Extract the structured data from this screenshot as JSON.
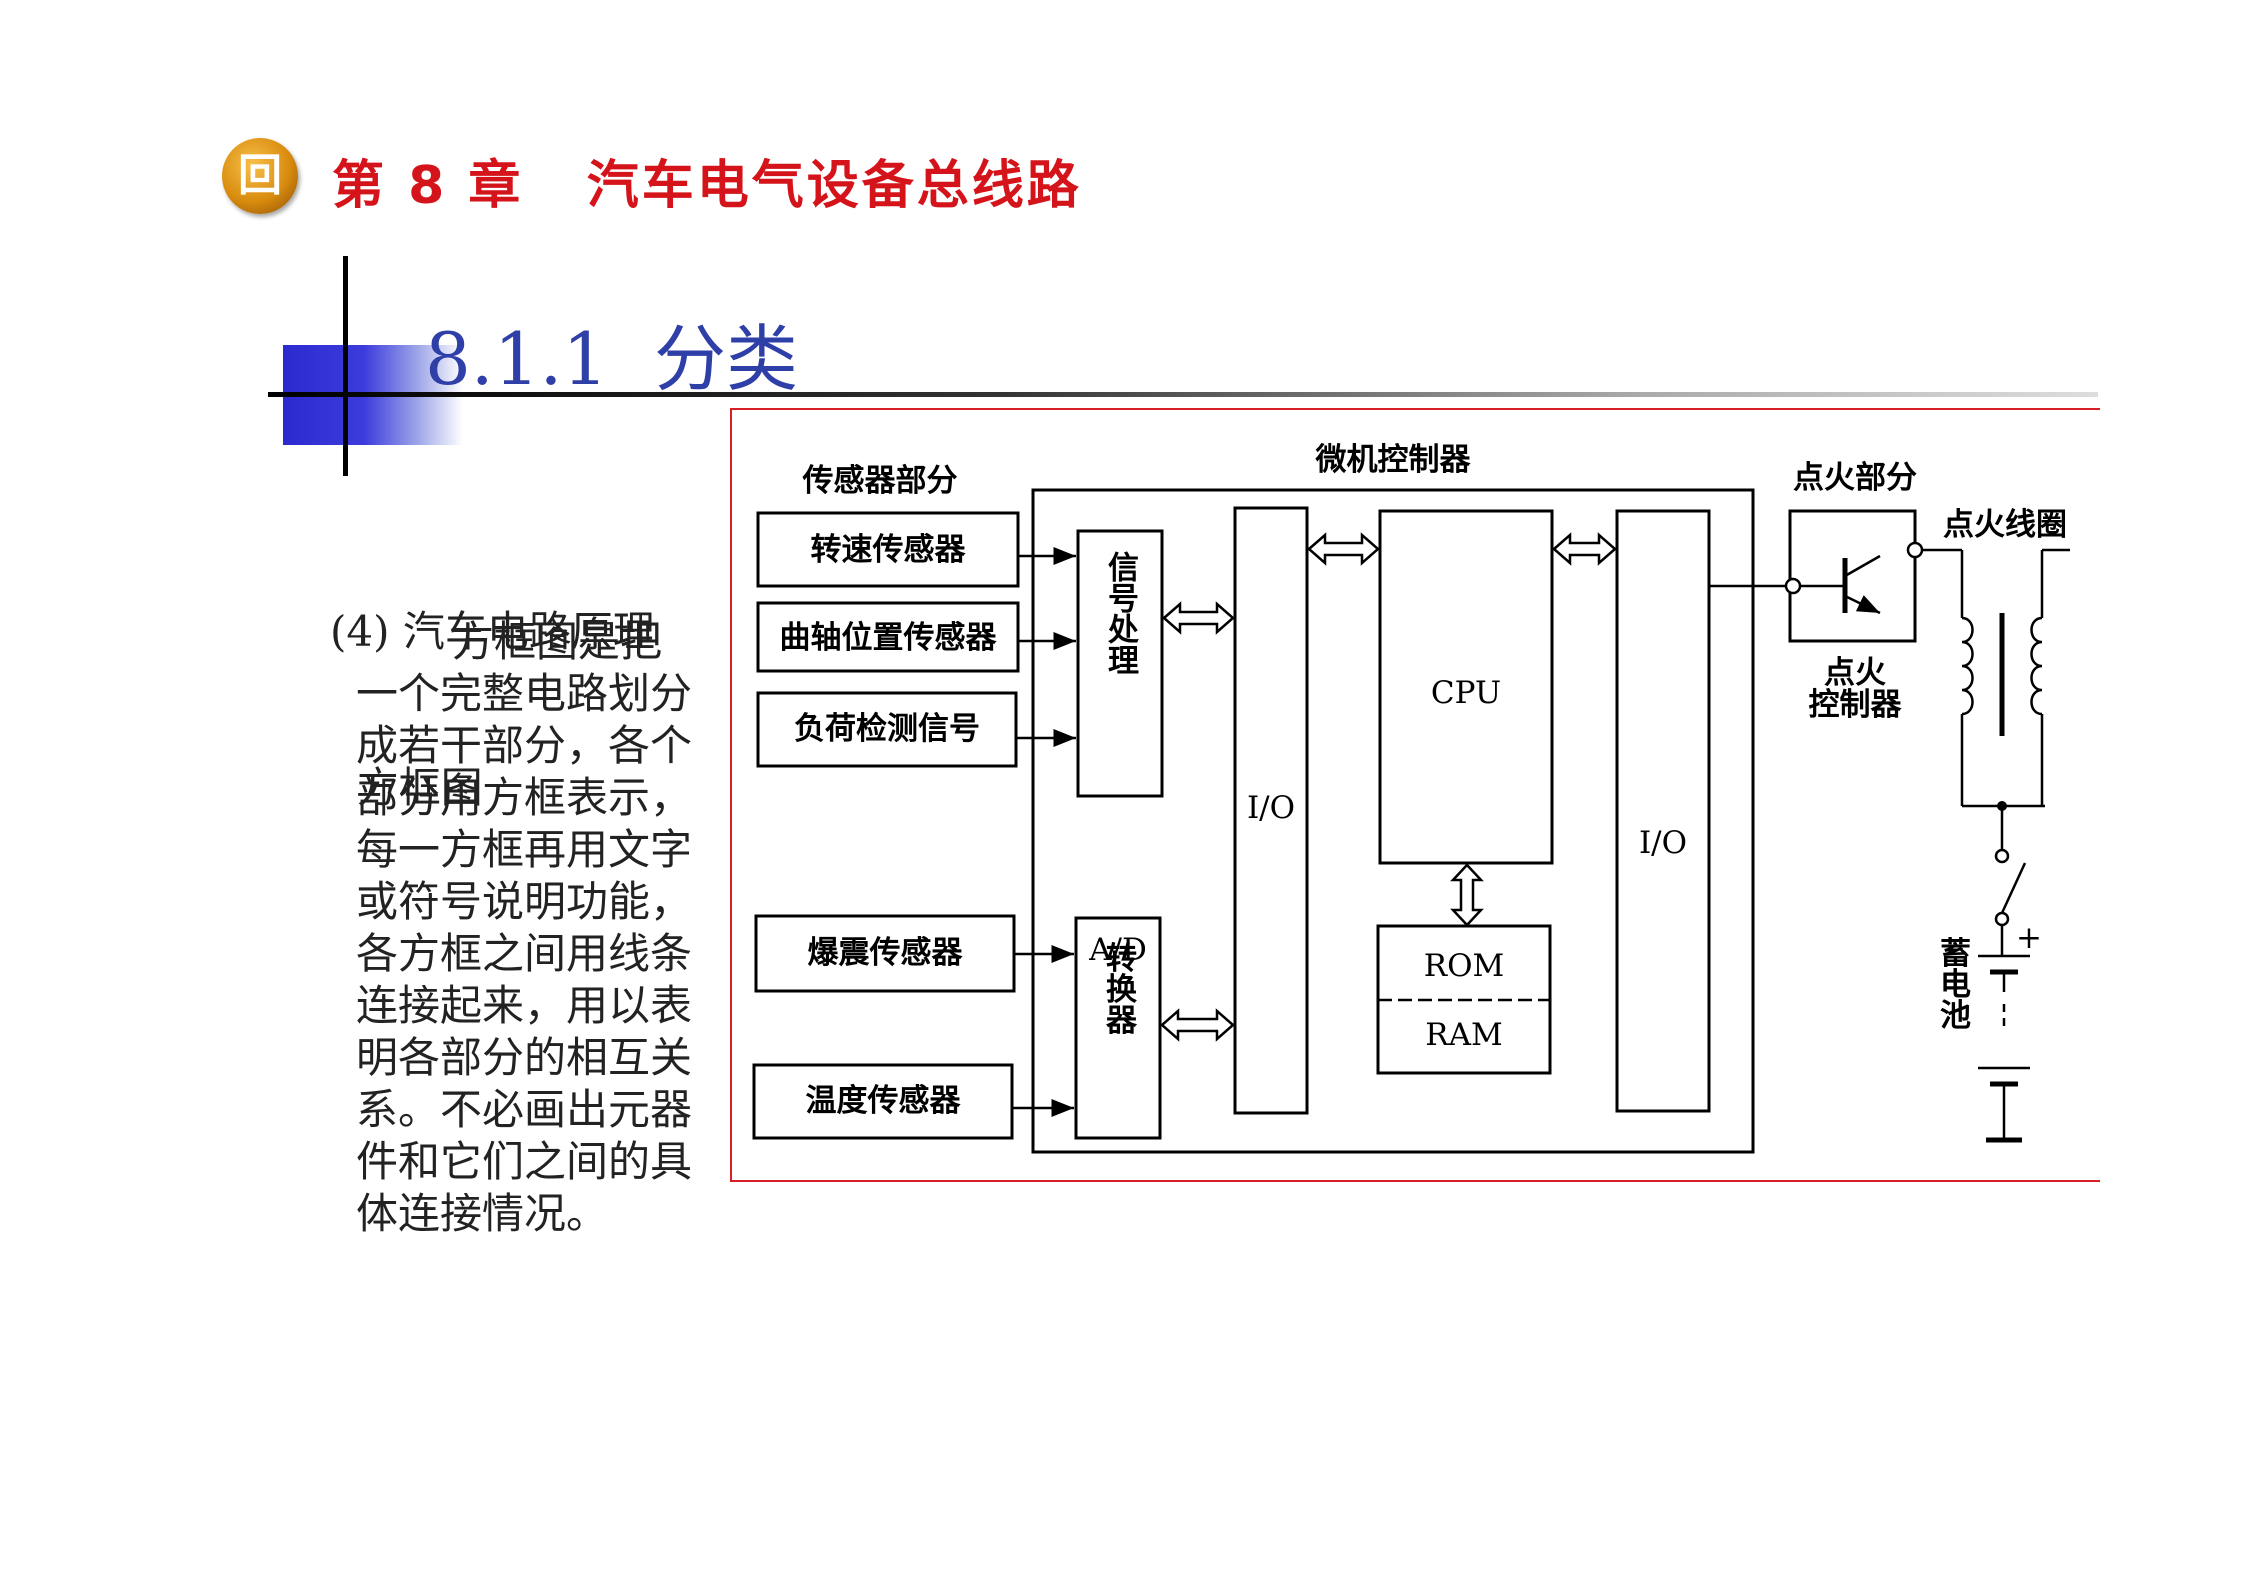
{
  "header": {
    "icon_glyph": "回",
    "chapter_title": "第 8 章   汽车电气设备总线路"
  },
  "section_title": "8.1.1  分类",
  "text": {
    "heading_lines": [
      "(4) 汽车电路原理",
      "  方框图"
    ],
    "body": "方框图是把一个完整电路划分成若干部分，各个部分用方框表示，每一方框再用文字或符号说明功能，各方框之间用线条连接起来，用以表明各部分的相互关系。不必画出元器件和它们之间的具体连接情况。"
  },
  "diagram": {
    "sensor_section": "传感器部分",
    "controller_section": "微机控制器",
    "ignition_section": "点火部分",
    "ignition_coil": "点火线圈",
    "sensors": [
      "转速传感器",
      "曲轴位置传感器",
      "负荷检测信号",
      "爆震传感器",
      "温度传感器"
    ],
    "signal_processing": "信号处理",
    "ad_label": "A/D",
    "ad_converter": "转换器",
    "io_left": "I/O",
    "io_right": "I/O",
    "cpu": "CPU",
    "rom": "ROM",
    "ram": "RAM",
    "ignition_controller": [
      "点火",
      "控制器"
    ],
    "battery": "蓄电池",
    "battery_plus": "+"
  },
  "colors": {
    "chapter_red": "#d4141a",
    "section_blue": "#2f3fa8",
    "frame_red": "#d81f26",
    "icon_gold": "#d98c0e"
  }
}
